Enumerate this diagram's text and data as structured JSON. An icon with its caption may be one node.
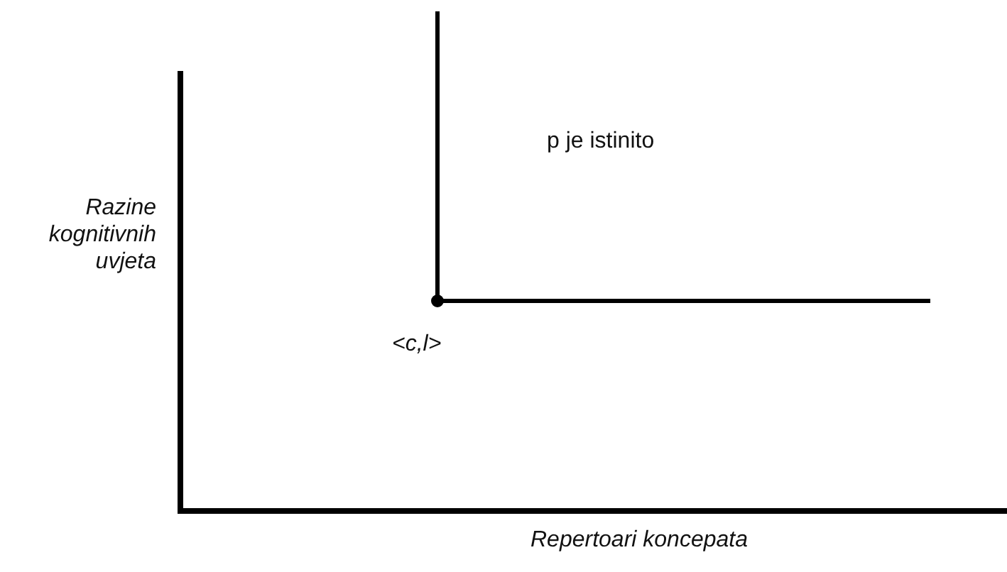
{
  "diagram": {
    "labels": [
      "p je istinito",
      "Razine kognitivnih uvjeta",
      "<c,l>",
      "Repertoari koncepata"
    ]
  }
}
